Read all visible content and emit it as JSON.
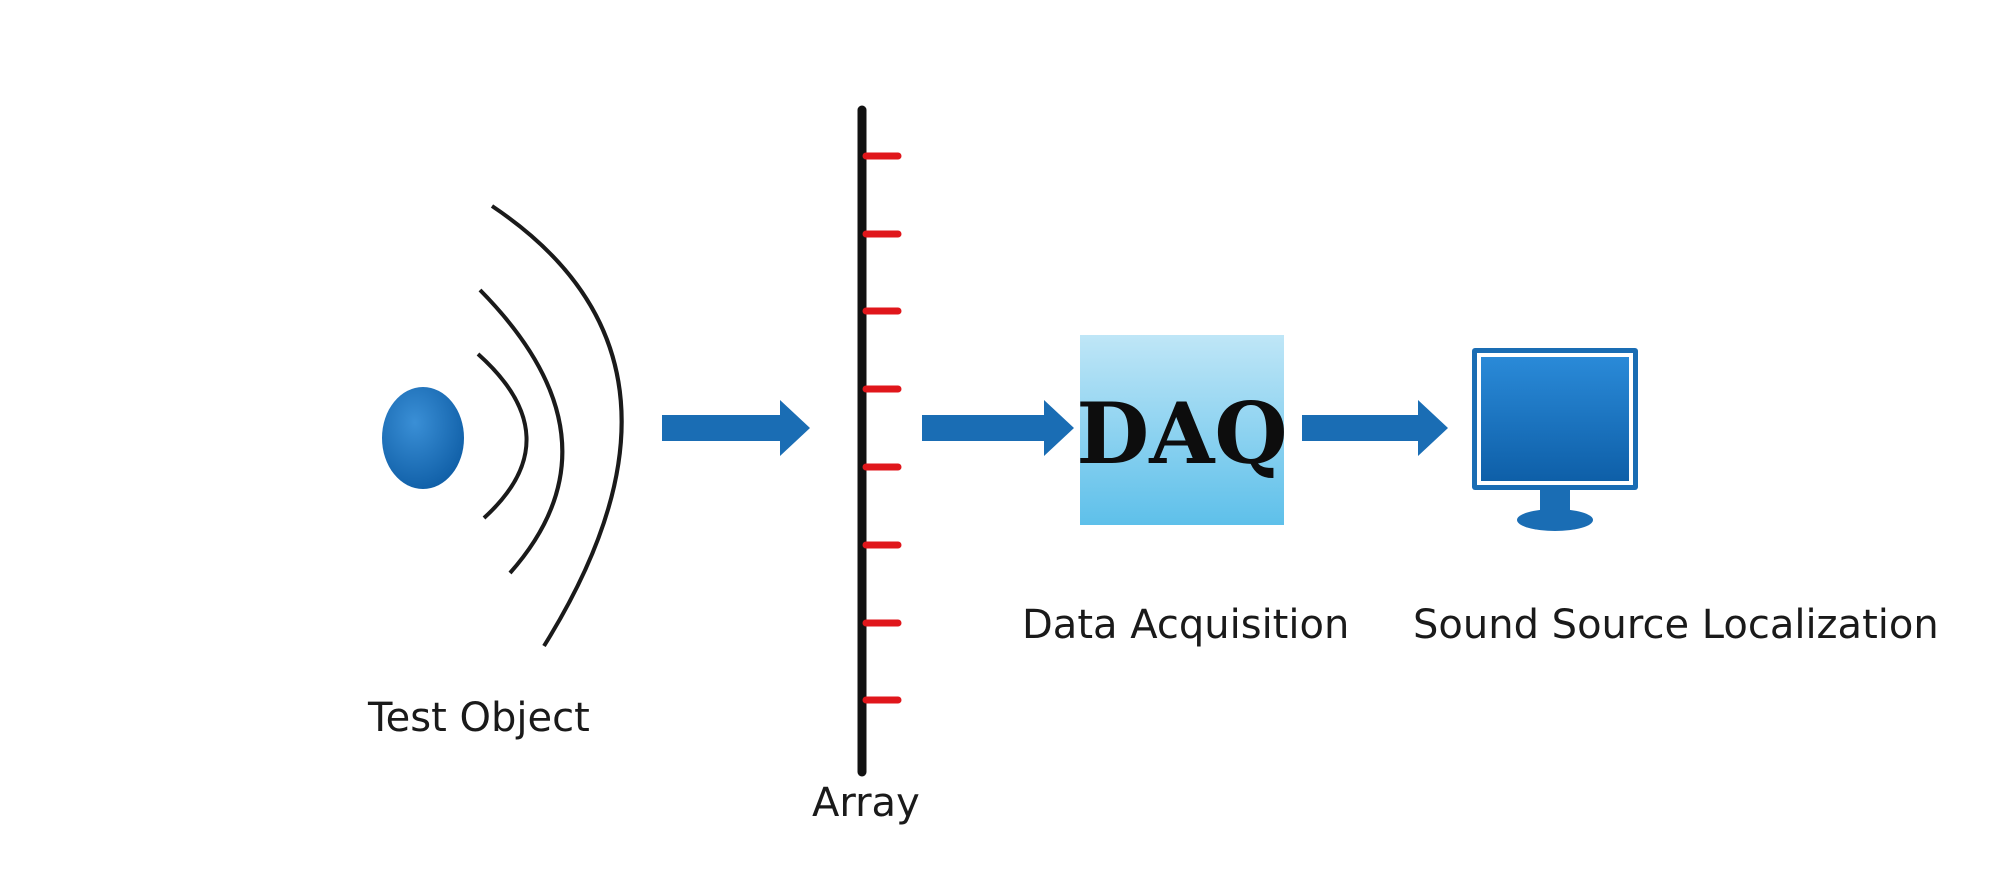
{
  "diagram": {
    "labels": {
      "test_object": "Test Object",
      "array": "Array",
      "data_acquisition": "Data Acquisition",
      "sound_source_localization": "Sound Source Localization"
    },
    "daq_box_text": "DAQ"
  },
  "colors": {
    "accent_blue": "#1a6db4",
    "sensor_red": "#e0161b",
    "daq_box_light": "#a8dcf3",
    "daq_box_dark": "#5ec0ea",
    "wave_stroke": "#1a1a1a"
  },
  "icons": {
    "source": "sound-source-icon",
    "waves": "sound-wave-icon",
    "array": "microphone-array-icon",
    "computer": "computer-monitor-icon",
    "arrows": "arrow-right-icon"
  }
}
